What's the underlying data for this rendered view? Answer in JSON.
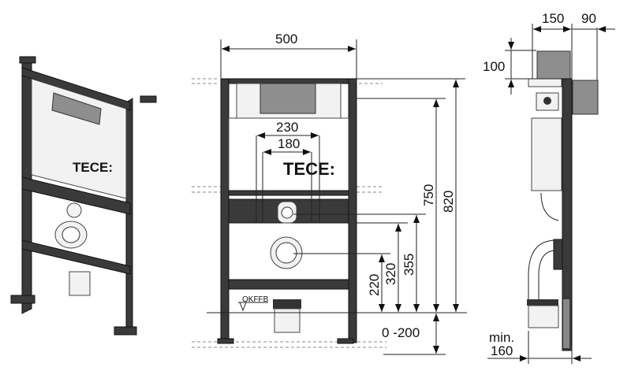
{
  "title": "TECE installation frame dimensions drawing",
  "brand": "TECE:",
  "front_view": {
    "width": "500",
    "flush_plate_spacing_outer": "230",
    "flush_plate_spacing_inner": "180",
    "height_total": "820",
    "height_750": "750",
    "height_355": "355",
    "height_320": "320",
    "height_220": "220",
    "floor_adjust": "0 -200",
    "floor_label": "OKFFB"
  },
  "side_view": {
    "depth_150": "150",
    "depth_90": "90",
    "height_100": "100",
    "min_label": "min.",
    "min_depth": "160"
  },
  "colors": {
    "frame": "#3a3a3a",
    "line": "#222222",
    "grey": "#8e8e8e"
  }
}
